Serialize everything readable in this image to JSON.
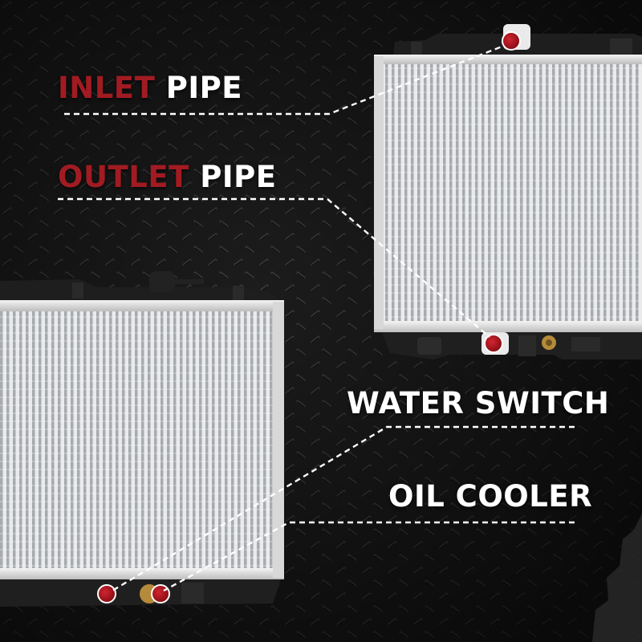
{
  "labels": {
    "inlet": {
      "highlight": "INLET",
      "rest": "PIPE"
    },
    "outlet": {
      "highlight": "OUTLET",
      "rest": "PIPE"
    },
    "water_switch": "WATER SWITCH",
    "oil_cooler": "OIL COOLER"
  },
  "colors": {
    "accent": "#a11b22",
    "marker": "#b0121c",
    "background": "#1a1a1a",
    "text": "#ffffff"
  }
}
